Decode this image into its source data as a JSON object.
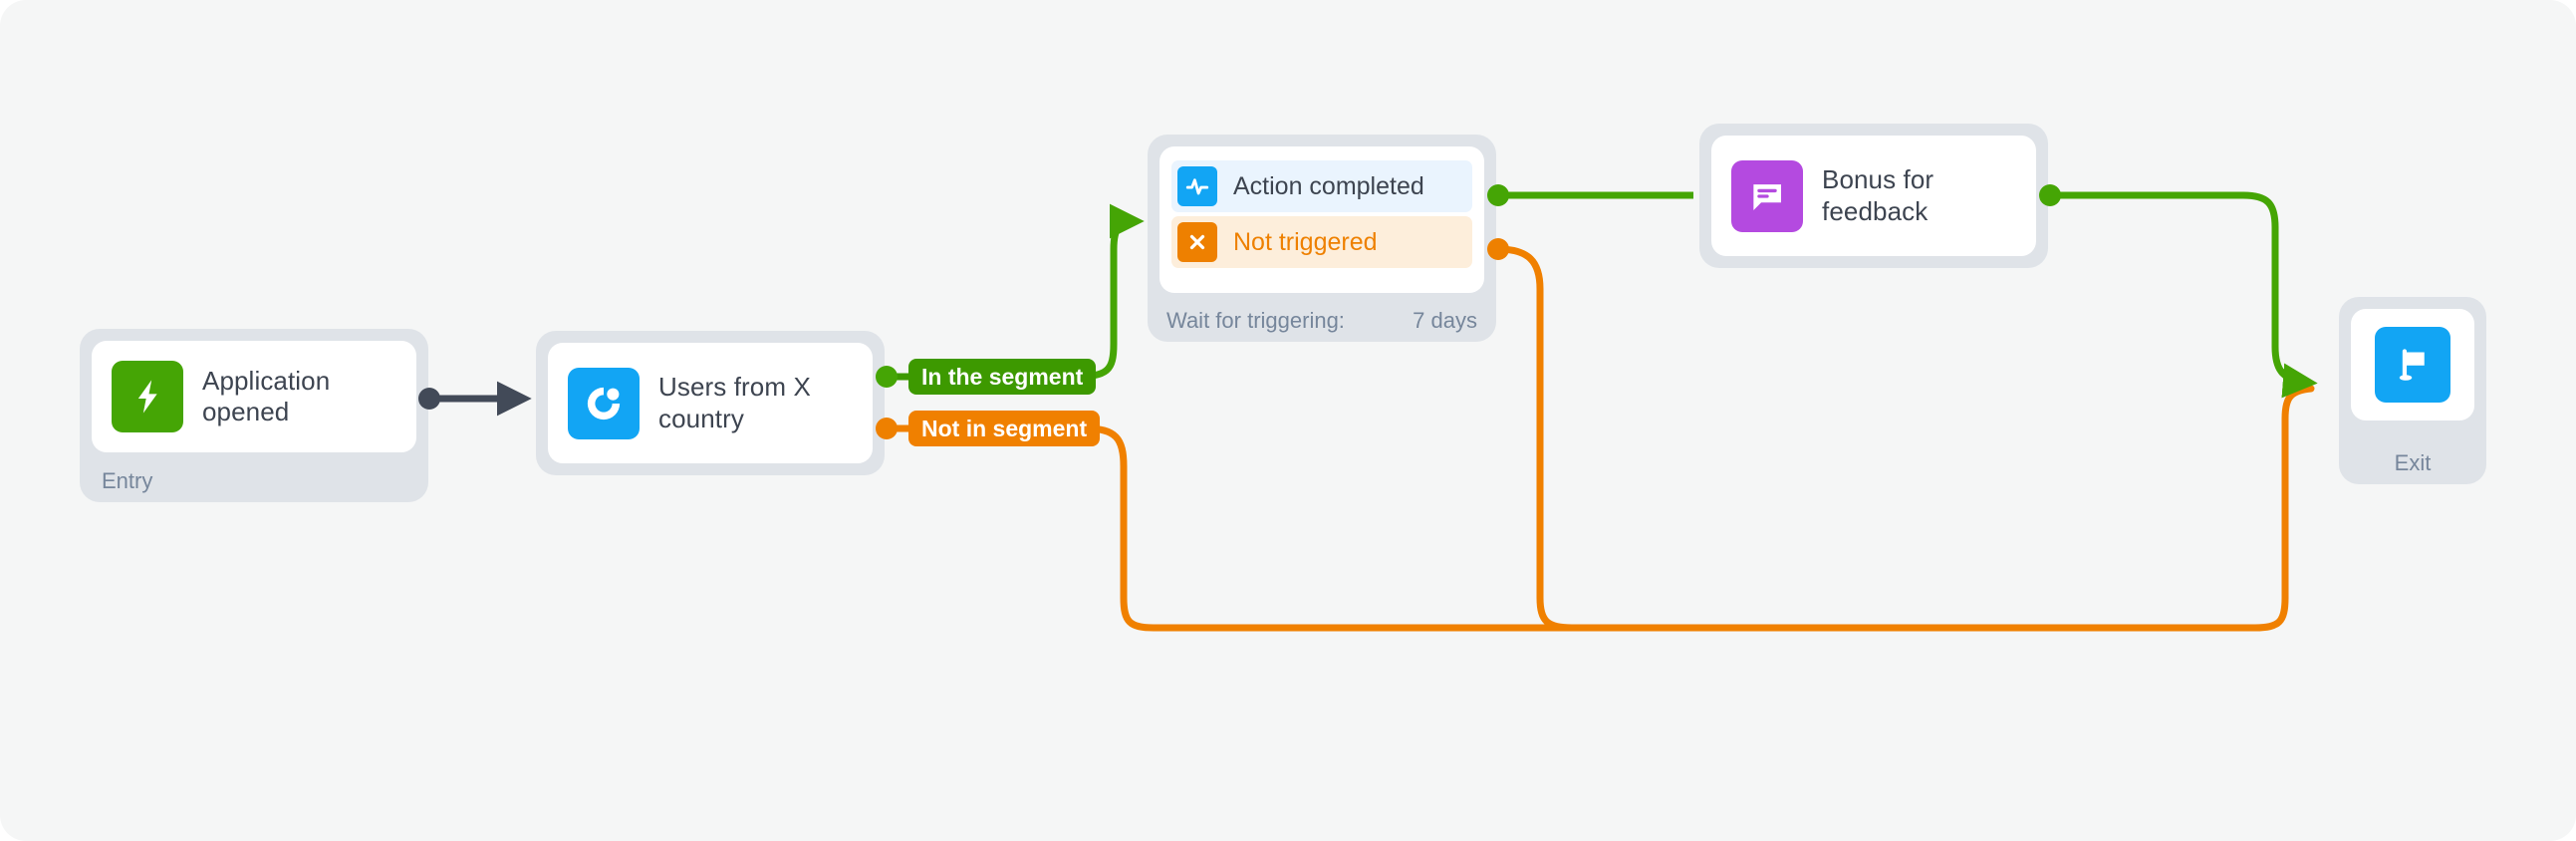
{
  "canvas": {
    "background_color": "#f5f6f6",
    "accent_green": "#45a505",
    "accent_orange": "#ee8000",
    "accent_blue": "#12a5f4",
    "accent_purple": "#b44ae0",
    "wire_dark": "#424a58"
  },
  "nodes": {
    "entry": {
      "title": "Application opened",
      "footer": "Entry",
      "icon": "lightning-bolt-icon",
      "icon_color": "#45a505"
    },
    "segment": {
      "title": "Users from X country",
      "icon": "segment-donut-icon",
      "icon_color": "#12a5f4"
    },
    "action": {
      "rows": [
        {
          "label": "Action completed",
          "icon": "activity-pulse-icon",
          "icon_color": "#12a5f4",
          "row_color": "#eaf4fe"
        },
        {
          "label": "Not triggered",
          "icon": "close-x-icon",
          "icon_color": "#ee8000",
          "row_color": "#fdeedb"
        }
      ],
      "footer_label": "Wait for triggering:",
      "footer_value": "7 days"
    },
    "bonus": {
      "title": "Bonus for feedback",
      "icon": "message-bubble-icon",
      "icon_color": "#b44ae0"
    },
    "exit": {
      "footer": "Exit",
      "icon": "flag-icon",
      "icon_color": "#12a5f4"
    }
  },
  "branch_labels": {
    "in_segment": "In the segment",
    "not_in_segment": "Not in segment"
  }
}
